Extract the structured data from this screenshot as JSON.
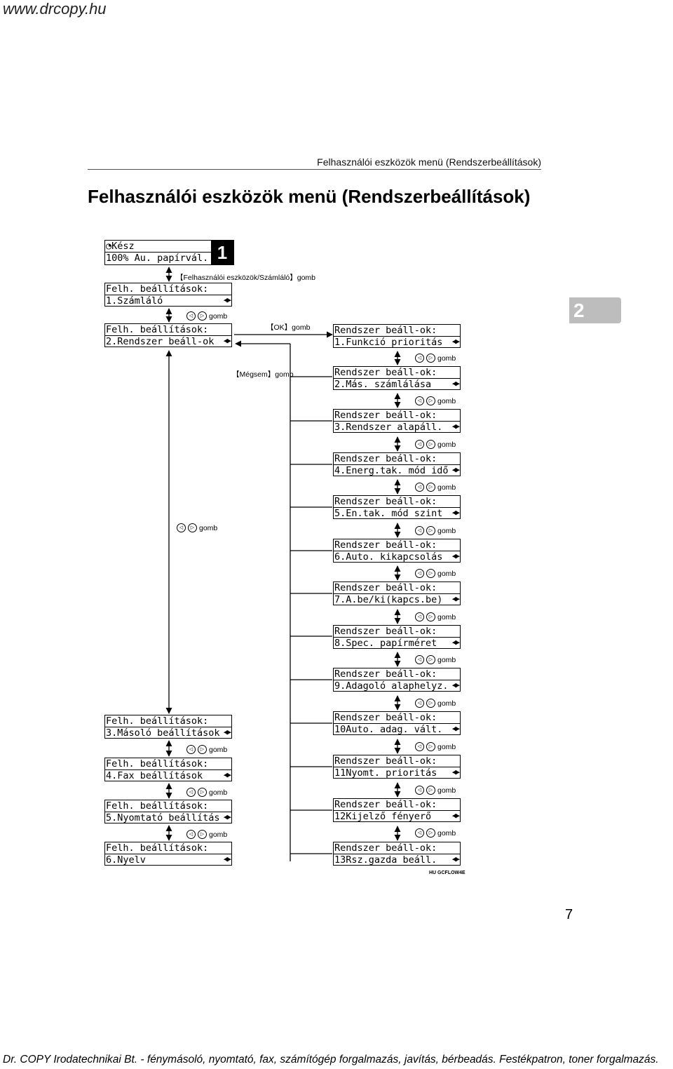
{
  "watermark": "www.drcopy.hu",
  "running_head": "Felhasználói eszközök menü (Rendszerbeállítások)",
  "title": "Felhasználói eszközök menü (Rendszerbeállítások)",
  "chapter_tab": "2",
  "page_number": "7",
  "footer": "Dr. COPY Irodatechnikai Bt. - fénymásoló, nyomtató, fax, számítógép forgalmazás, javítás, bérbeadás. Festékpatron, toner forgalmazás.",
  "figure_code": "HU GCFLOW4E",
  "ready_screen": {
    "line1": "Kész",
    "line2": "100% Au. papírvál.",
    "badge": "1"
  },
  "labels": {
    "user_tools_key": "【Felhasználói eszközök/Számláló】gomb",
    "ok_key": "【OK】gomb",
    "cancel_key": "【Mégsem】gomb",
    "gomb": "gomb"
  },
  "user_settings_header": "Felh. beállítások:",
  "user_settings": [
    "1.Számláló",
    "2.Rendszer beáll-ok",
    "3.Másoló beállítások",
    "4.Fax beállítások",
    "5.Nyomtató beállítás",
    "6.Nyelv"
  ],
  "system_settings_header": "Rendszer beáll-ok:",
  "system_settings": [
    "1.Funkció prioritás",
    "2.Más. számlálása",
    "3.Rendszer alapáll.",
    "4.Energ.tak. mód idő",
    "5.En.tak. mód szint",
    "6.Auto. kikapcsolás",
    "7.A.be/ki(kapcs.be)",
    "8.Spec. papírméret",
    "9.Adagoló alaphelyz.",
    "10Auto. adag. vált.",
    "11Nyomt. prioritás",
    "12Kijelző fényerő",
    "13Rsz.gazda beáll."
  ],
  "icons": {
    "left": "◁",
    "right": "▷",
    "lcd_arrows": "◀▶",
    "ready": "ready-icon"
  }
}
